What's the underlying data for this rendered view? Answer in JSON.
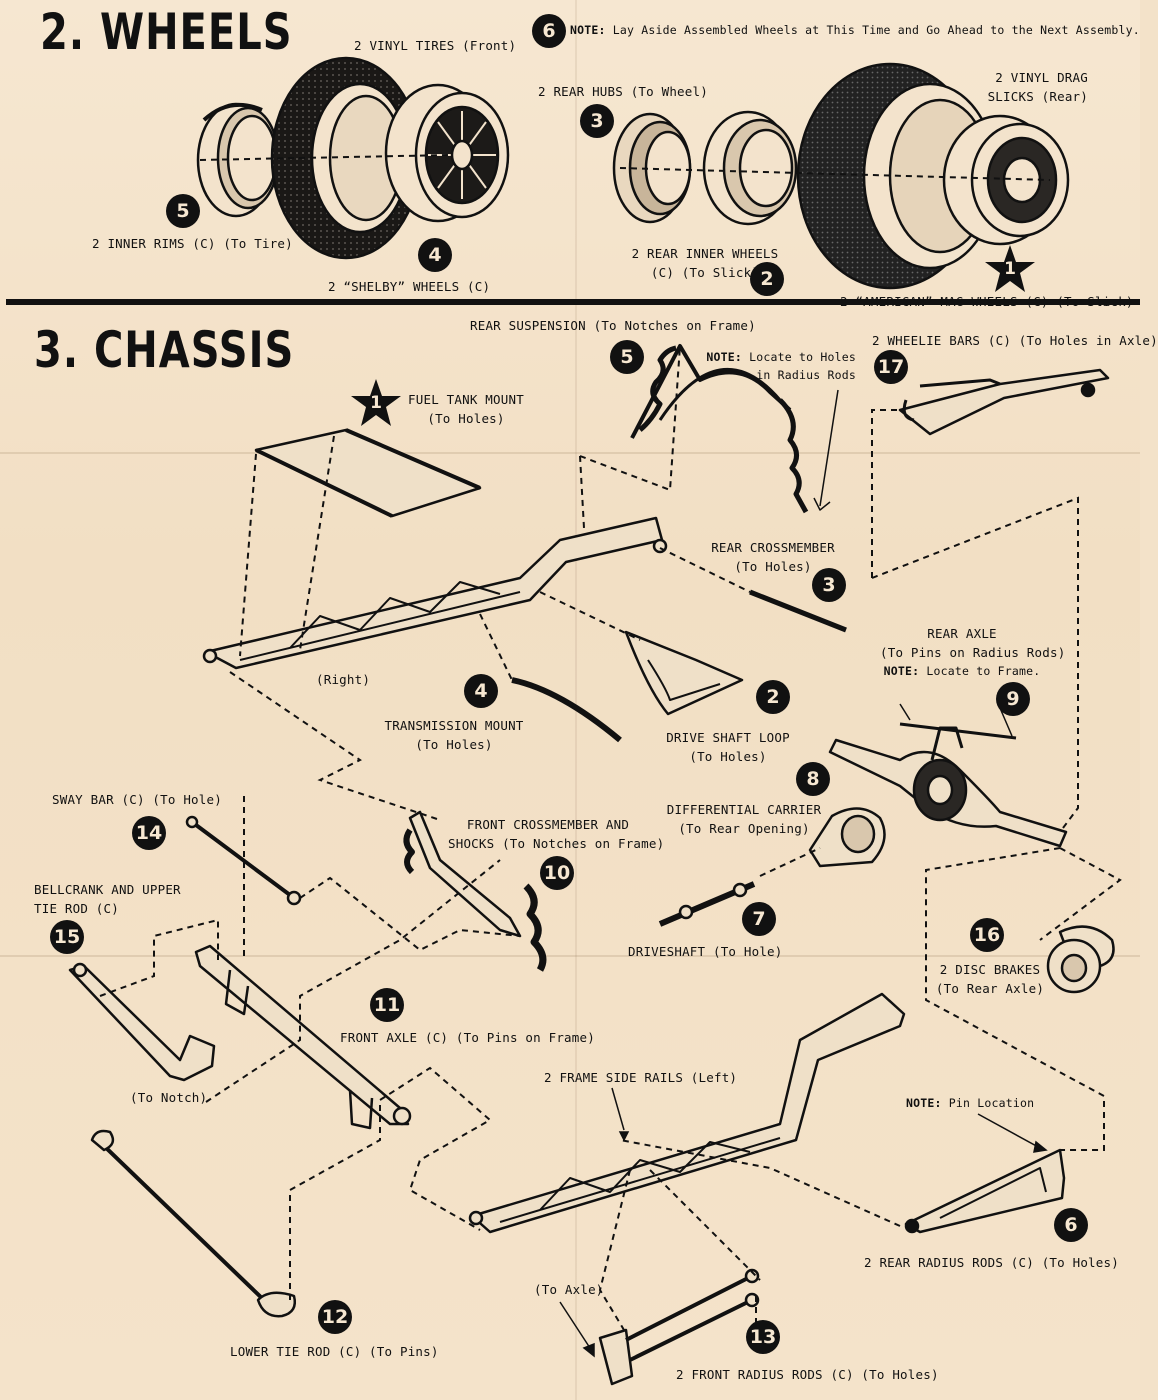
{
  "wheels": {
    "heading": "2. WHEELS",
    "note_number": "6",
    "note_prefix": "NOTE:",
    "note_text": "Lay Aside Assembled Wheels at This Time and Go Ahead to the Next Assembly.",
    "parts": [
      {
        "num": "5",
        "line1": "2 INNER RIMS (C) (To Tire)"
      },
      {
        "num": "",
        "line1": "2 VINYL TIRES (Front)"
      },
      {
        "num": "4",
        "line1": "2 “SHELBY” WHEELS (C)"
      },
      {
        "num": "3",
        "line1": "2 REAR HUBS (To Wheel)"
      },
      {
        "num": "2",
        "line1": "2 REAR INNER WHEELS",
        "line2": "(C) (To Slick)"
      },
      {
        "num": "",
        "line1": "2 VINYL DRAG",
        "line2": "SLICKS (Rear)"
      },
      {
        "num": "1",
        "line1": "2 “AMERICAN” MAG WHEELS (C) (To Slick)"
      }
    ]
  },
  "chassis": {
    "heading": "3. CHASSIS",
    "parts": [
      {
        "num": "1",
        "line1": "FUEL TANK MOUNT",
        "line2": "(To Holes)"
      },
      {
        "num": "5",
        "line1": "REAR SUSPENSION (To Notches on Frame)"
      },
      {
        "num": "",
        "note_prefix": "NOTE:",
        "line1": "Locate to Holes",
        "line2": "in Radius Rods"
      },
      {
        "num": "17",
        "line1": "2 WHEELIE BARS (C) (To Holes in Axle)"
      },
      {
        "num": "3",
        "line1": "REAR CROSSMEMBER",
        "line2": "(To Holes)"
      },
      {
        "num": "",
        "line1": "(Right)"
      },
      {
        "num": "4",
        "line1": "TRANSMISSION MOUNT",
        "line2": "(To Holes)"
      },
      {
        "num": "2",
        "line1": "DRIVE SHAFT LOOP",
        "line2": "(To Holes)"
      },
      {
        "num": "9",
        "line1": "REAR AXLE",
        "line2": "(To Pins on Radius Rods)",
        "note_prefix": "NOTE:",
        "line3": "Locate to Frame."
      },
      {
        "num": "8",
        "line1": "DIFFERENTIAL CARRIER",
        "line2": "(To Rear Opening)"
      },
      {
        "num": "14",
        "line1": "SWAY BAR (C) (To Hole)"
      },
      {
        "num": "10",
        "line1": "FRONT CROSSMEMBER AND",
        "line2": "SHOCKS (To Notches on Frame)"
      },
      {
        "num": "15",
        "line1": "BELLCRANK AND UPPER",
        "line2": "TIE ROD (C)"
      },
      {
        "num": "7",
        "line1": "DRIVESHAFT (To Hole)"
      },
      {
        "num": "16",
        "line1": "2 DISC BRAKES",
        "line2": "(To Rear Axle)"
      },
      {
        "num": "11",
        "line1": "FRONT AXLE (C) (To Pins on Frame)"
      },
      {
        "num": "",
        "line1": "(To Notch)"
      },
      {
        "num": "",
        "line1": "2 FRAME SIDE RAILS (Left)"
      },
      {
        "num": "",
        "note_prefix": "NOTE:",
        "line1": "Pin Location"
      },
      {
        "num": "6",
        "line1": "2 REAR RADIUS RODS (C) (To Holes)"
      },
      {
        "num": "",
        "line1": "(To Axle)"
      },
      {
        "num": "12",
        "line1": "LOWER TIE ROD (C) (To Pins)"
      },
      {
        "num": "13",
        "line1": "2 FRONT RADIUS RODS (C) (To Holes)"
      }
    ]
  }
}
